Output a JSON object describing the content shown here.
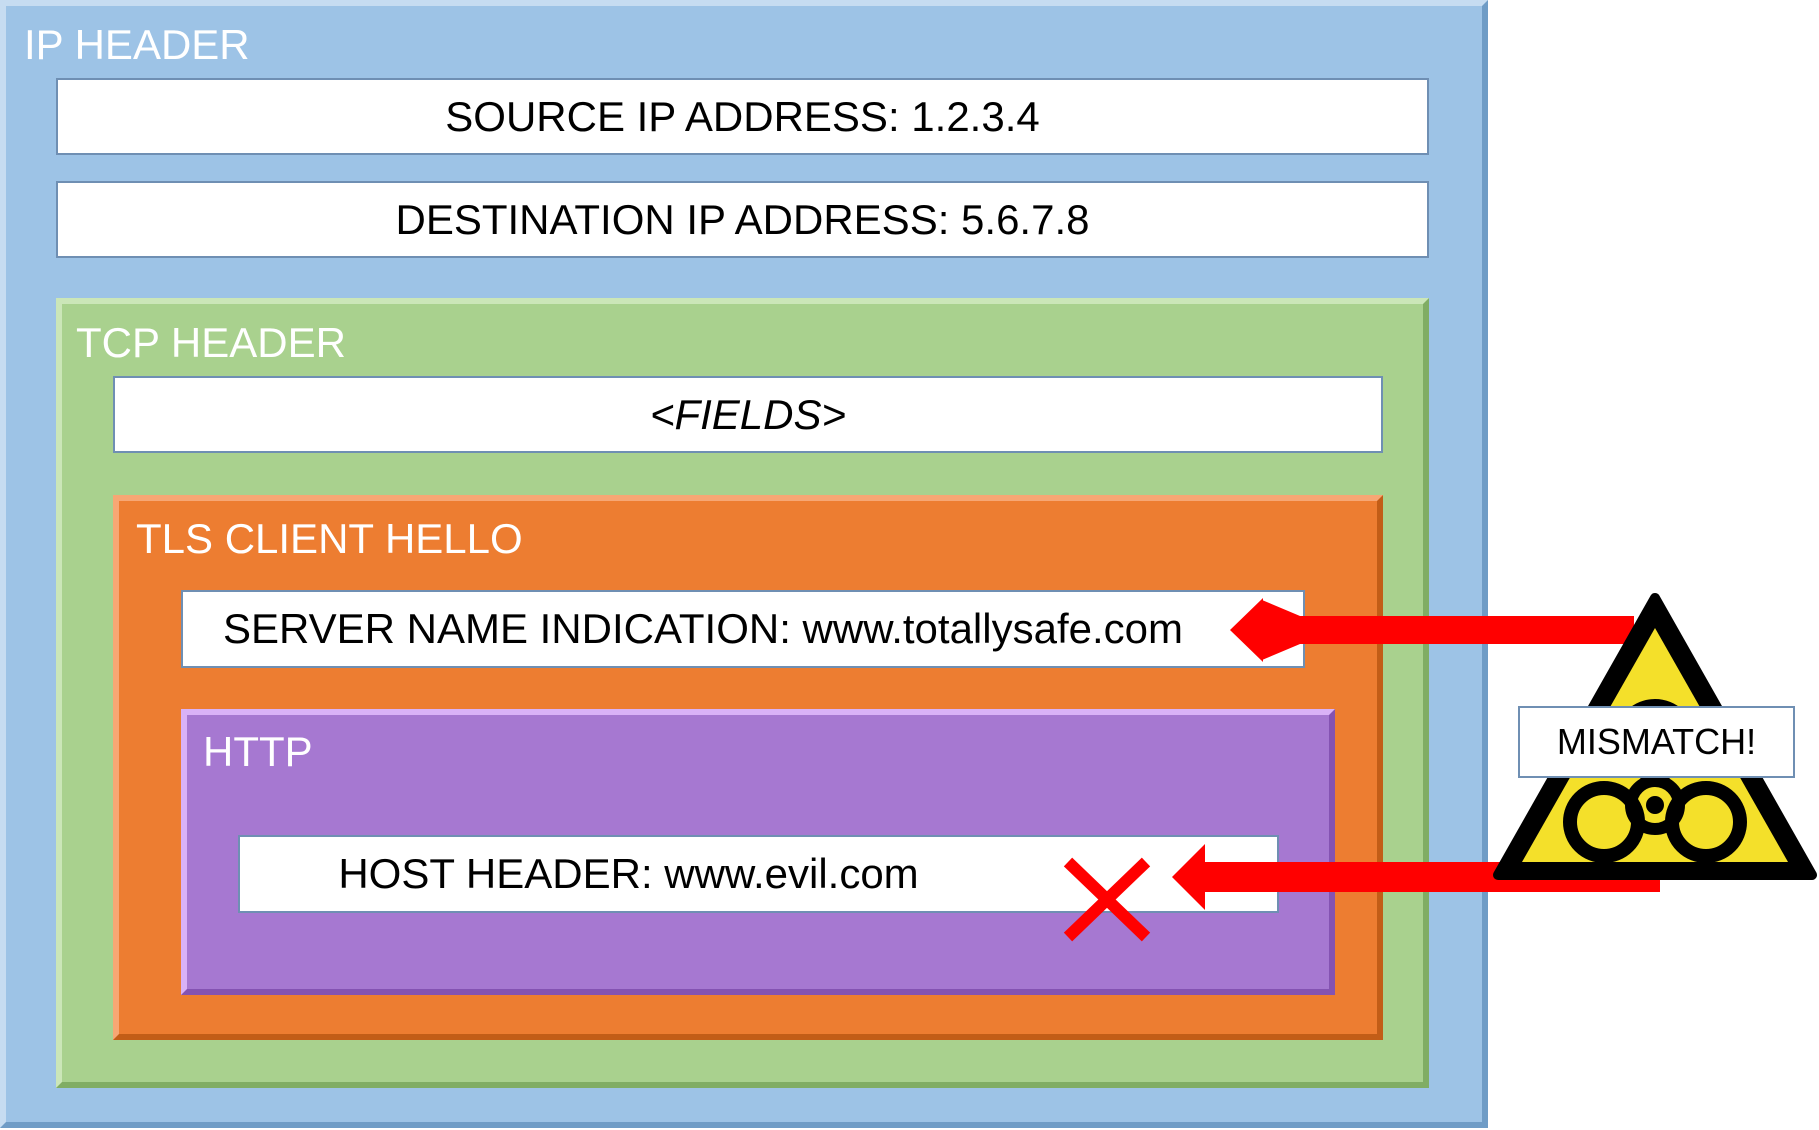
{
  "ip_header": {
    "title": "IP HEADER",
    "source": "SOURCE IP ADDRESS: 1.2.3.4",
    "destination": "DESTINATION IP ADDRESS: 5.6.7.8"
  },
  "tcp_header": {
    "title": "TCP HEADER",
    "fields": "<FIELDS>"
  },
  "tls_client_hello": {
    "title": "TLS CLIENT HELLO",
    "sni": "SERVER NAME INDICATION: www.totallysafe.com"
  },
  "http": {
    "title": "HTTP",
    "host": "HOST HEADER: www.evil.com"
  },
  "warning": {
    "label": "MISMATCH!",
    "icon": "biohazard-warning-icon"
  },
  "colors": {
    "ip": "#9dc3e6",
    "tcp": "#a9d18e",
    "tls": "#ed7d31",
    "http": "#a678d1",
    "arrow": "#ff0000",
    "warning_fill": "#f4e02a"
  }
}
